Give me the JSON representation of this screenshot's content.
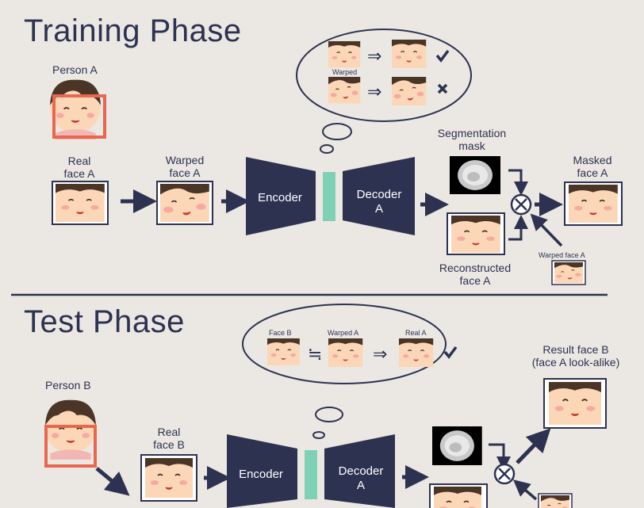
{
  "colors": {
    "navy": "#2d3250",
    "background": "#ebe8e3",
    "latent": "#7fd1b6",
    "frame_red": "#e8674e",
    "skin": "#fbd7b8",
    "hair": "#4a3526"
  },
  "icons": {
    "check": "check-icon",
    "cross": "cross-icon",
    "multiply": "multiply-icon"
  },
  "training": {
    "title": "Training Phase",
    "person_label": "Person A",
    "real_face": "Real\nface A",
    "warped_face": "Warped\nface A",
    "encoder": "Encoder",
    "decoder": "Decoder\nA",
    "seg_mask": "Segmentation\nmask",
    "masked_face": "Masked\nface A",
    "reconstructed": "Reconstructed\nface A",
    "warped_small": "Warped face A",
    "bubble_warped": "Warped"
  },
  "test": {
    "title": "Test Phase",
    "person_label": "Person B",
    "real_face": "Real\nface B",
    "encoder": "Encoder",
    "decoder": "Decoder\nA",
    "result": "Result face B\n(face A look-alike)",
    "bubble_face_b": "Face B",
    "bubble_warped_a": "Warped A",
    "bubble_real_a": "Real A",
    "approx_symbol": "≒",
    "arrow_symbol": "⇒"
  }
}
